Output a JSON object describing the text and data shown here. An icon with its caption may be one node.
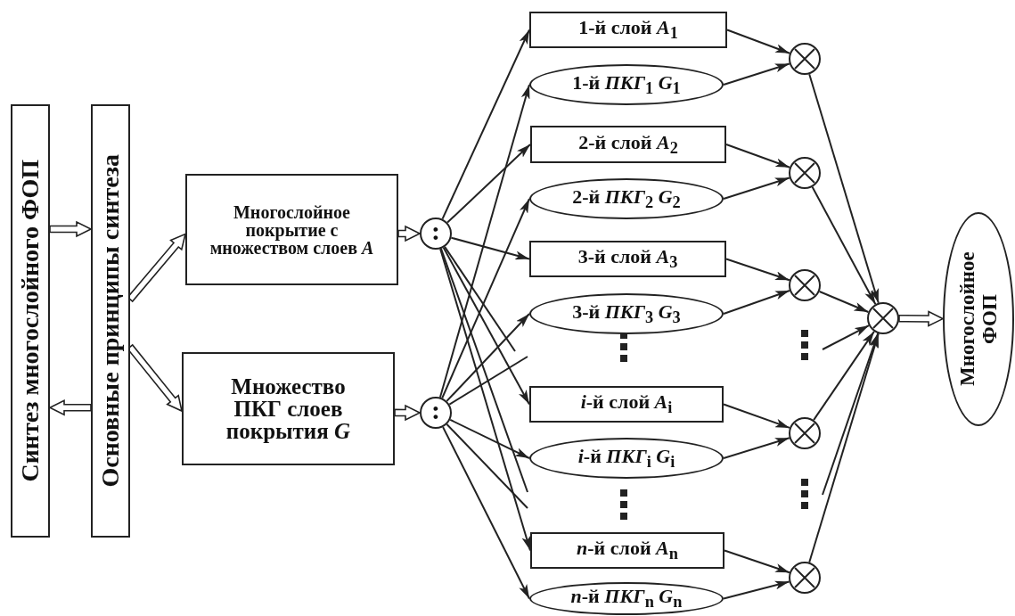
{
  "diagram": {
    "nodes": [
      {
        "text": [
          "Синтез многослойного ФОП"
        ]
      },
      {
        "text": [
          "Основные принципы синтеза"
        ]
      },
      {
        "text": [
          "Многослойное покрытие с множеством слоев *A*"
        ]
      },
      {
        "text": [
          "Множество ПКГ слоев покрытия *G*"
        ]
      },
      {
        "text": [
          ":"
        ]
      },
      {
        "text": [
          ":"
        ]
      },
      {
        "text": [
          "1-й слой *A*$_{1}$"
        ]
      },
      {
        "text": [
          "1-й *ПКГ*$_{1}$ *G*$_{1}$"
        ]
      },
      {
        "text": [
          "2-й слой *A*$_{2}$"
        ]
      },
      {
        "text": [
          "2-й *ПКГ*$_{2}$ *G*$_{2}$"
        ]
      },
      {
        "text": [
          "3-й слой *A*$_{3}$"
        ]
      },
      {
        "text": [
          "3-й *ПКГ*$_{3}$ *G*$_{3}$"
        ]
      },
      {
        "text": [
          "*i*-й слой *A*$_{i}$"
        ]
      },
      {
        "text": [
          "*i*-й *ПКГ*$_{i}$ *G*$_{i}$"
        ]
      },
      {
        "text": [
          "*n*-й слой *A*$_{n}$"
        ]
      },
      {
        "text": [
          "*n*-й *ПКГ*$_{n}$ *G*$_{n}$"
        ]
      },
      {
        "text": [],
        "shape": "circle"
      },
      {
        "text": [],
        "shape": "circle"
      },
      {
        "text": [],
        "shape": "circle"
      },
      {
        "text": [],
        "shape": "circle"
      },
      {
        "text": [],
        "shape": "circle"
      },
      {
        "text": [],
        "shape": "circle"
      },
      {
        "text": [
          "Многослойное ФОП"
        ]
      }
    ],
    "edges": [
      {
        "from": 0,
        "to": 1,
        "arrow": "to",
        "style": "thick"
      },
      {
        "from": 1,
        "to": 0,
        "arrow": "to",
        "style": "thick"
      },
      {
        "from": 1,
        "to": 2,
        "arrow": "to",
        "style": "thick"
      },
      {
        "from": 1,
        "to": 3,
        "arrow": "to",
        "style": "thick"
      },
      {
        "from": 2,
        "to": 4,
        "arrow": "to",
        "style": "thick"
      },
      {
        "from": 3,
        "to": 5,
        "arrow": "to",
        "style": "thick"
      },
      {
        "from": 4,
        "to": 6,
        "arrow": "to"
      },
      {
        "from": 4,
        "to": 8,
        "arrow": "to"
      },
      {
        "from": 4,
        "to": 10,
        "arrow": "to"
      },
      {
        "from": 4,
        "to": null,
        "arrow": "none"
      },
      {
        "from": 4,
        "to": 12,
        "arrow": "to"
      },
      {
        "from": 4,
        "to": null,
        "arrow": "none"
      },
      {
        "from": 4,
        "to": 14,
        "arrow": "to"
      },
      {
        "from": 5,
        "to": 7,
        "arrow": "to"
      },
      {
        "from": 5,
        "to": 9,
        "arrow": "to"
      },
      {
        "from": 5,
        "to": 11,
        "arrow": "to"
      },
      {
        "from": 5,
        "to": null,
        "arrow": "none"
      },
      {
        "from": 5,
        "to": 13,
        "arrow": "to"
      },
      {
        "from": 5,
        "to": null,
        "arrow": "none"
      },
      {
        "from": 5,
        "to": 15,
        "arrow": "to"
      },
      {
        "from": 6,
        "to": 16,
        "arrow": "to"
      },
      {
        "from": 7,
        "to": 16,
        "arrow": "to"
      },
      {
        "from": 8,
        "to": 17,
        "arrow": "to"
      },
      {
        "from": 9,
        "to": 17,
        "arrow": "to"
      },
      {
        "from": 10,
        "to": 18,
        "arrow": "to"
      },
      {
        "from": 11,
        "to": 18,
        "arrow": "to"
      },
      {
        "from": 12,
        "to": 19,
        "arrow": "to"
      },
      {
        "from": 13,
        "to": 19,
        "arrow": "to"
      },
      {
        "from": 14,
        "to": 20,
        "arrow": "to"
      },
      {
        "from": 15,
        "to": 20,
        "arrow": "to"
      },
      {
        "from": 16,
        "to": 21,
        "arrow": "to"
      },
      {
        "from": 17,
        "to": 21,
        "arrow": "to"
      },
      {
        "from": 18,
        "to": 21,
        "arrow": "to"
      },
      {
        "from": null,
        "to": 21,
        "arrow": "to"
      },
      {
        "from": 19,
        "to": 21,
        "arrow": "to"
      },
      {
        "from": null,
        "to": 21,
        "arrow": "to"
      },
      {
        "from": 20,
        "to": 21,
        "arrow": "to"
      },
      {
        "from": 21,
        "to": 22,
        "arrow": "to",
        "style": "thick"
      }
    ]
  }
}
